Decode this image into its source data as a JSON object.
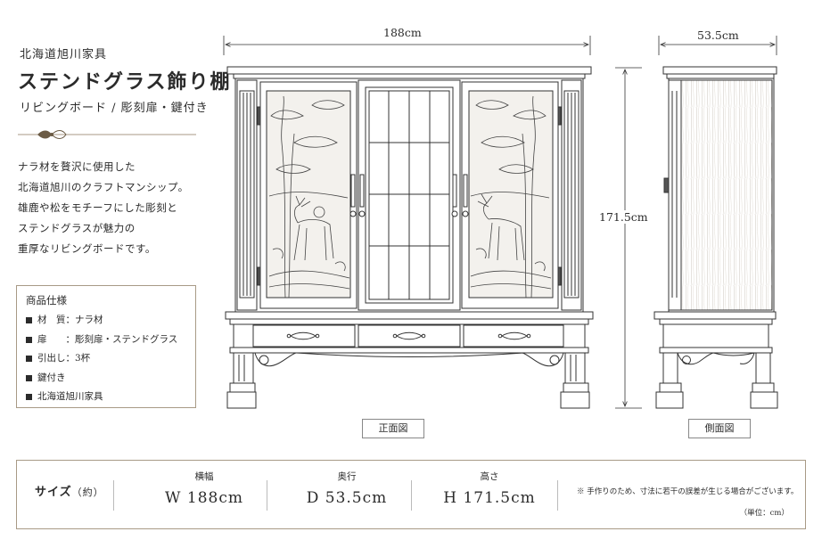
{
  "brand": "北海道旭川家具",
  "title": "ステンドグラス飾り棚",
  "subtitle": "リビングボード / 彫刻扉・鍵付き",
  "description": [
    "ナラ材を贅沢に使用した",
    "北海道旭川のクラフトマンシップ。",
    "雄鹿や松をモチーフにした彫刻と",
    "ステンドグラスが魅力の",
    "重厚なリビングボードです。"
  ],
  "spec": {
    "title": "商品仕様",
    "items": [
      "材　質：ナラ材",
      "扉　　：彫刻扉・ステンドグラス",
      "引出し：3杯",
      "鍵付き",
      "北海道旭川家具"
    ]
  },
  "dimensions": {
    "front_width": "188cm",
    "side_depth": "53.5cm",
    "height": "171.5cm"
  },
  "views": {
    "front": "正面図",
    "side": "側面図"
  },
  "size": {
    "heading": "サイズ",
    "heading_suffix": "（約）",
    "width_label": "横幅",
    "width_value": "W  188cm",
    "depth_label": "奥行",
    "depth_value": "D  53.5cm",
    "height_label": "高さ",
    "height_value": "H  171.5cm",
    "note": "※ 手作りのため、寸法に若干の誤差が生じる場合がございます。",
    "unit": "（単位：cm）"
  }
}
